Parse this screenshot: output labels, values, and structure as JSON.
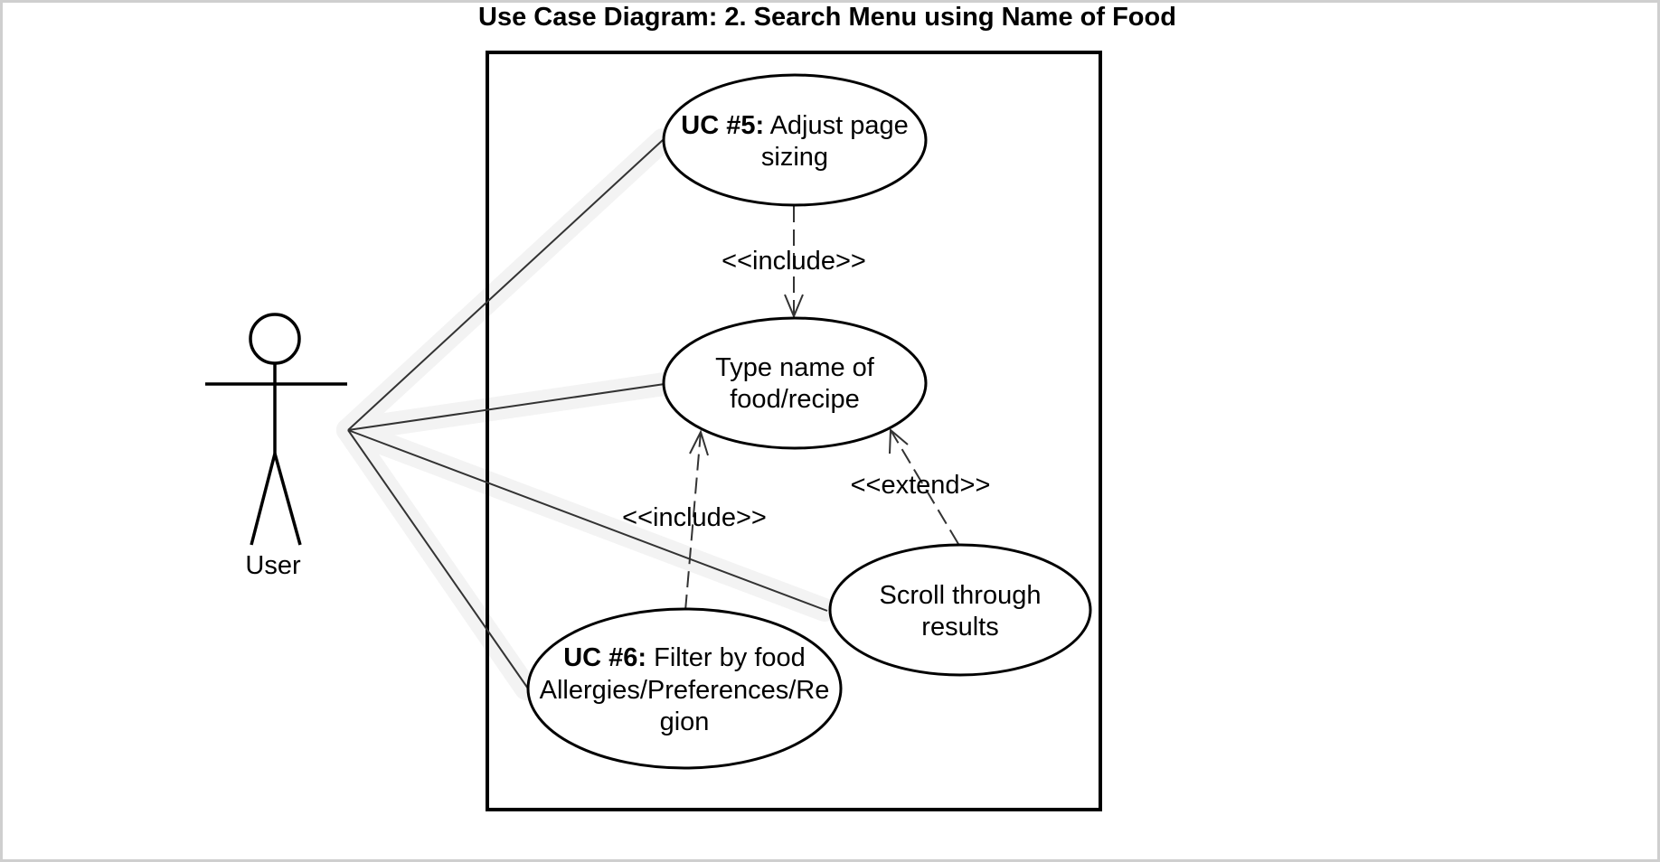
{
  "diagram": {
    "title": "Use Case Diagram: 2. Search Menu using Name of Food",
    "actor": {
      "name": "User"
    },
    "use_cases": {
      "uc5": {
        "prefix": "UC #5:",
        "line1": " Adjust page",
        "line2": "sizing"
      },
      "type_name": {
        "line1": "Type name of",
        "line2": "food/recipe"
      },
      "uc6": {
        "prefix": "UC #6:",
        "line1": " Filter by food",
        "line2": "Allergies/Preferences/Re",
        "line3": "gion"
      },
      "scroll": {
        "line1": "Scroll through",
        "line2": "results"
      }
    },
    "relationships": {
      "include_top": "<<include>>",
      "include_bottom": "<<include>>",
      "extend": "<<extend>>"
    }
  }
}
